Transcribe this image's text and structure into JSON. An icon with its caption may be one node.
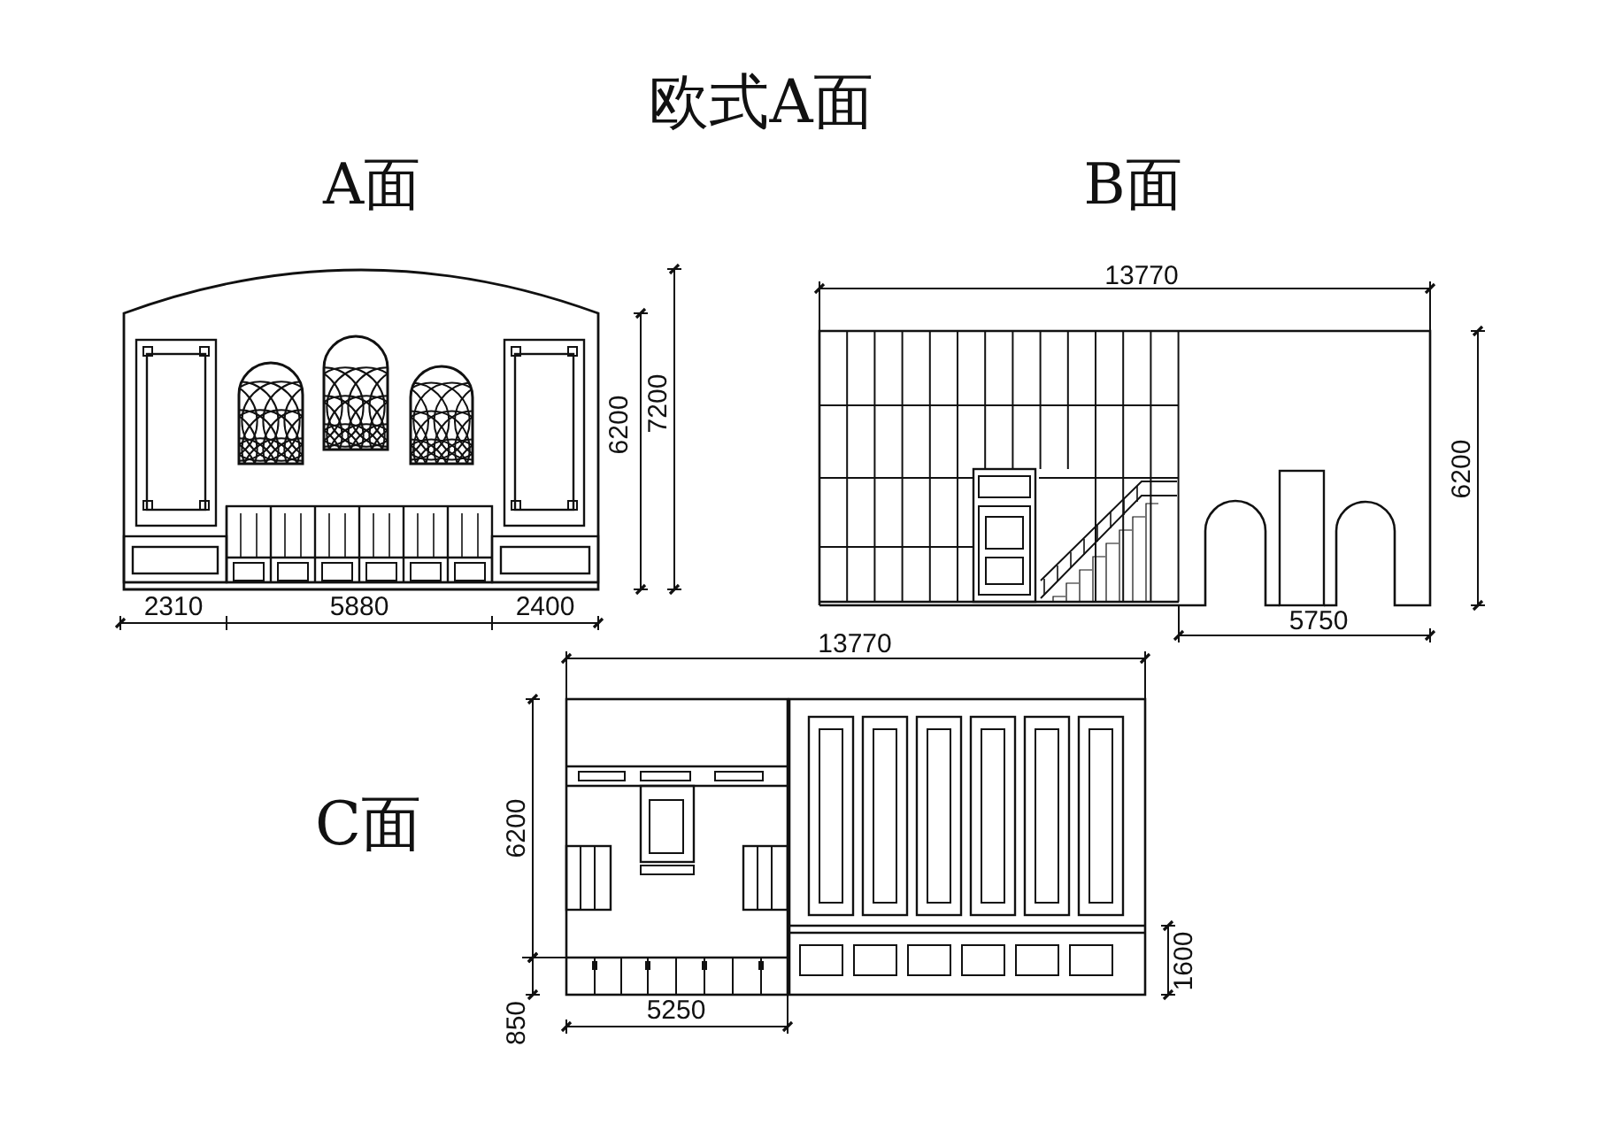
{
  "diagram": {
    "title": "欧式A面",
    "labels": [
      "A面",
      "B面",
      "13770",
      "6200",
      "7200",
      "6200",
      "2310",
      "5880",
      "2400",
      "5750",
      "13770",
      "C面",
      "6200",
      "1600",
      "850",
      "5250"
    ]
  }
}
